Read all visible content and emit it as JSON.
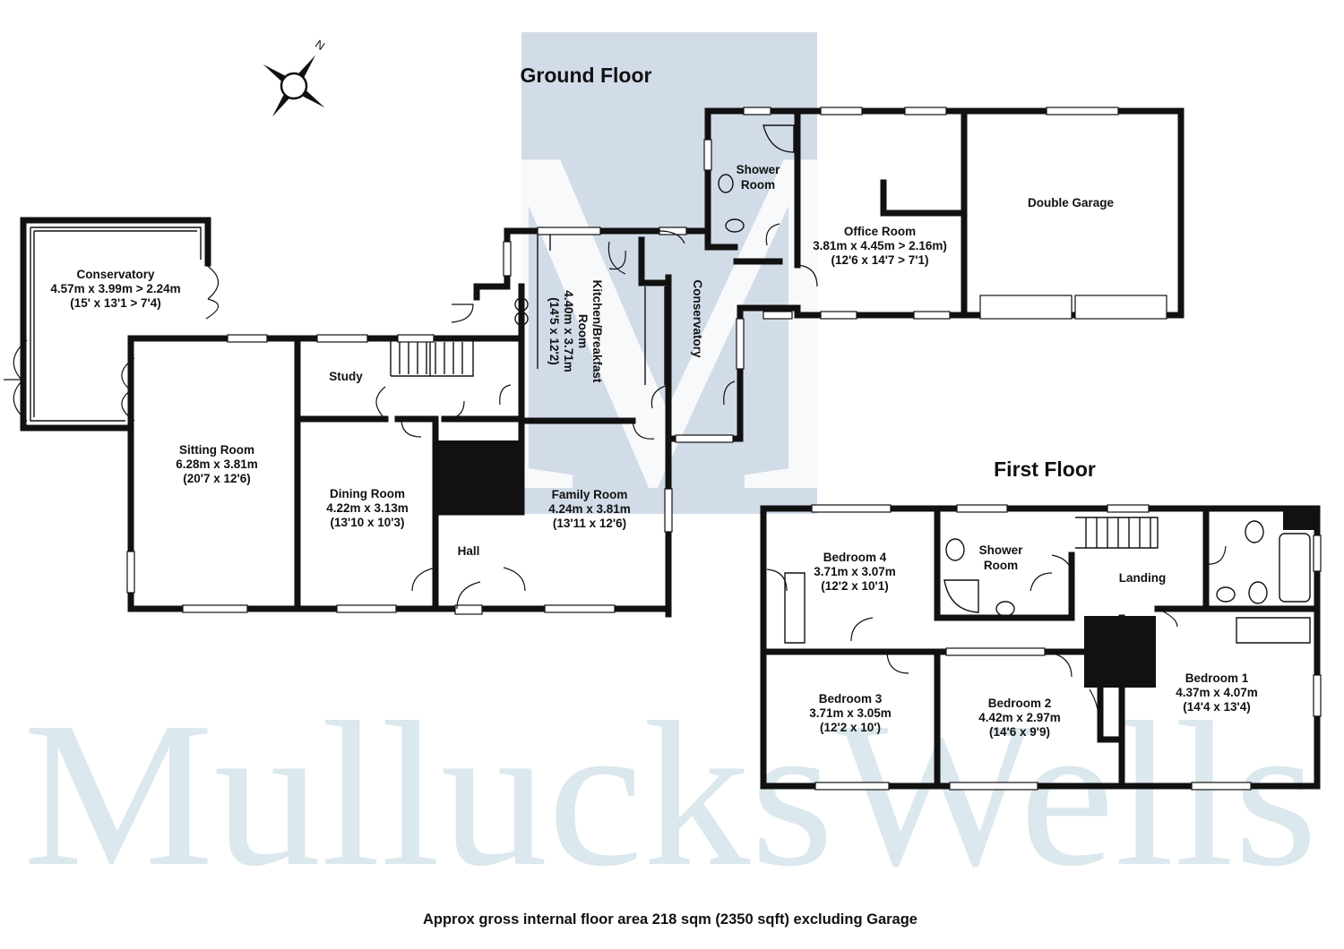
{
  "headings": {
    "ground_floor": "Ground Floor",
    "first_floor": "First Floor"
  },
  "compass": {
    "label": "N"
  },
  "watermark": {
    "logo_letter": "M",
    "text": "MullucksWells"
  },
  "ground_floor_rooms": [
    {
      "id": "conservatory-west",
      "lines": [
        "Conservatory",
        "4.57m x 3.99m > 2.24m",
        "(15' x 13'1 > 7'4)"
      ]
    },
    {
      "id": "sitting-room",
      "lines": [
        "Sitting Room",
        "6.28m x 3.81m",
        "(20'7 x 12'6)"
      ]
    },
    {
      "id": "study",
      "lines": [
        "Study"
      ]
    },
    {
      "id": "dining-room",
      "lines": [
        "Dining Room",
        "4.22m x 3.13m",
        "(13'10 x 10'3)"
      ]
    },
    {
      "id": "hall",
      "lines": [
        "Hall"
      ]
    },
    {
      "id": "family-room",
      "lines": [
        "Family Room",
        "4.24m x 3.81m",
        "(13'11 x 12'6)"
      ]
    },
    {
      "id": "kitchen-breakfast",
      "lines": [
        "Kitchen/Breakfast",
        "Room",
        "4.40m x 3.71m",
        "(14'5 x 12'2)"
      ]
    },
    {
      "id": "conservatory-east",
      "lines": [
        "Conservatory"
      ]
    },
    {
      "id": "shower-room-ground",
      "lines": [
        "Shower",
        "Room"
      ]
    },
    {
      "id": "office-room",
      "lines": [
        "Office Room",
        "3.81m x 4.45m > 2.16m)",
        "(12'6 x 14'7 > 7'1)"
      ]
    },
    {
      "id": "double-garage",
      "lines": [
        "Double Garage"
      ]
    }
  ],
  "first_floor_rooms": [
    {
      "id": "bedroom-4",
      "lines": [
        "Bedroom 4",
        "3.71m x 3.07m",
        "(12'2 x 10'1)"
      ]
    },
    {
      "id": "shower-room-first",
      "lines": [
        "Shower",
        "Room"
      ]
    },
    {
      "id": "landing",
      "lines": [
        "Landing"
      ]
    },
    {
      "id": "bedroom-3",
      "lines": [
        "Bedroom 3",
        "3.71m x 3.05m",
        "(12'2 x 10')"
      ]
    },
    {
      "id": "bedroom-2",
      "lines": [
        "Bedroom 2",
        "4.42m x 2.97m",
        "(14'6 x 9'9)"
      ]
    },
    {
      "id": "bedroom-1",
      "lines": [
        "Bedroom 1",
        "4.37m x 4.07m",
        "(14'4 x 13'4)"
      ]
    }
  ],
  "footer": {
    "text": "Approx gross internal floor area 218 sqm (2350 sqft) excluding Garage"
  },
  "colors": {
    "wall": "#111111",
    "watermark": "#dbe8ee",
    "logo_panel": "#d2dce8"
  }
}
